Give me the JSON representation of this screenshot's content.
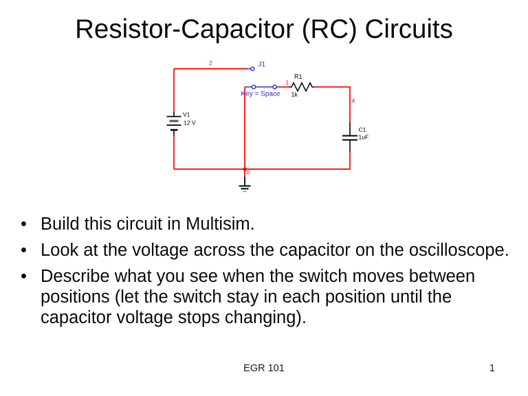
{
  "slide": {
    "title": "Resistor-Capacitor (RC) Circuits",
    "bullet_char": "•",
    "bullets": [
      "Build this circuit in Multisim.",
      "Look at the voltage across the capacitor on the oscilloscope.",
      "Describe what you see when the switch moves between positions (let the switch stay in each position until the capacitor voltage stops changing)."
    ],
    "footer": {
      "course_label": "EGR 101",
      "page_number": "1"
    }
  },
  "circuit": {
    "components": {
      "source": {
        "ref": "V1",
        "value": "12 V"
      },
      "switch": {
        "ref": "J1",
        "key_label": "Key = Space"
      },
      "resistor": {
        "ref": "R1",
        "value": "1k"
      },
      "capacitor": {
        "ref": "C1",
        "value": "1uF"
      }
    },
    "net_labels": {
      "node2": "2",
      "node1": "1",
      "node4": "4",
      "node0": "0"
    },
    "colors": {
      "wire": "#ff0000",
      "switch_accent": "#2a2ad0",
      "component": "#000000"
    }
  }
}
